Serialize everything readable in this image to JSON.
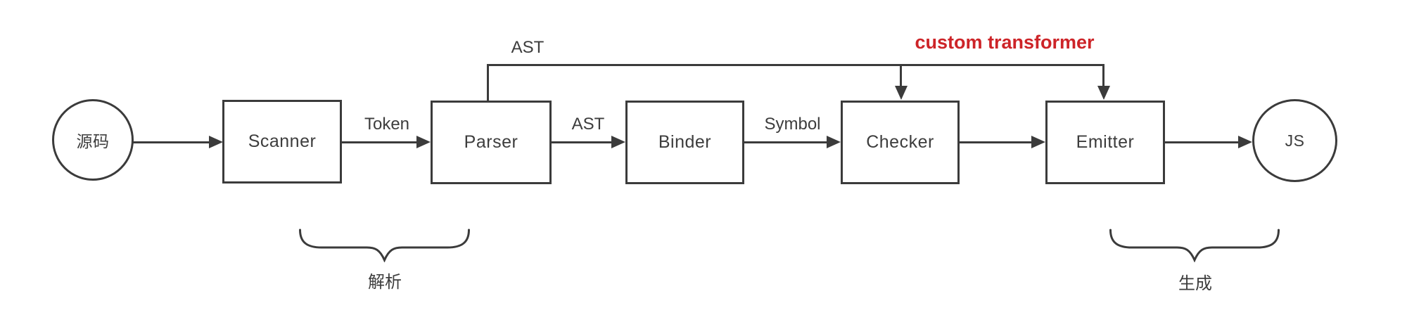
{
  "diagram": {
    "colors": {
      "line": "#3b3b3b",
      "text": "#3d3d3d",
      "accent_red": "#cd2428",
      "background": "#ffffff"
    },
    "nodes": {
      "source": {
        "label": "源码",
        "shape": "circle"
      },
      "scanner": {
        "label": "Scanner",
        "shape": "rect"
      },
      "parser": {
        "label": "Parser",
        "shape": "rect"
      },
      "binder": {
        "label": "Binder",
        "shape": "rect"
      },
      "checker": {
        "label": "Checker",
        "shape": "rect"
      },
      "emitter": {
        "label": "Emitter",
        "shape": "rect"
      },
      "js": {
        "label": "JS",
        "shape": "circle"
      }
    },
    "flow_labels": {
      "token": "Token",
      "ast": "AST",
      "symbol": "Symbol"
    },
    "bypass": {
      "label": "AST",
      "annotation": "custom transformer"
    },
    "phases": {
      "parse": "解析",
      "generate": "生成"
    }
  }
}
